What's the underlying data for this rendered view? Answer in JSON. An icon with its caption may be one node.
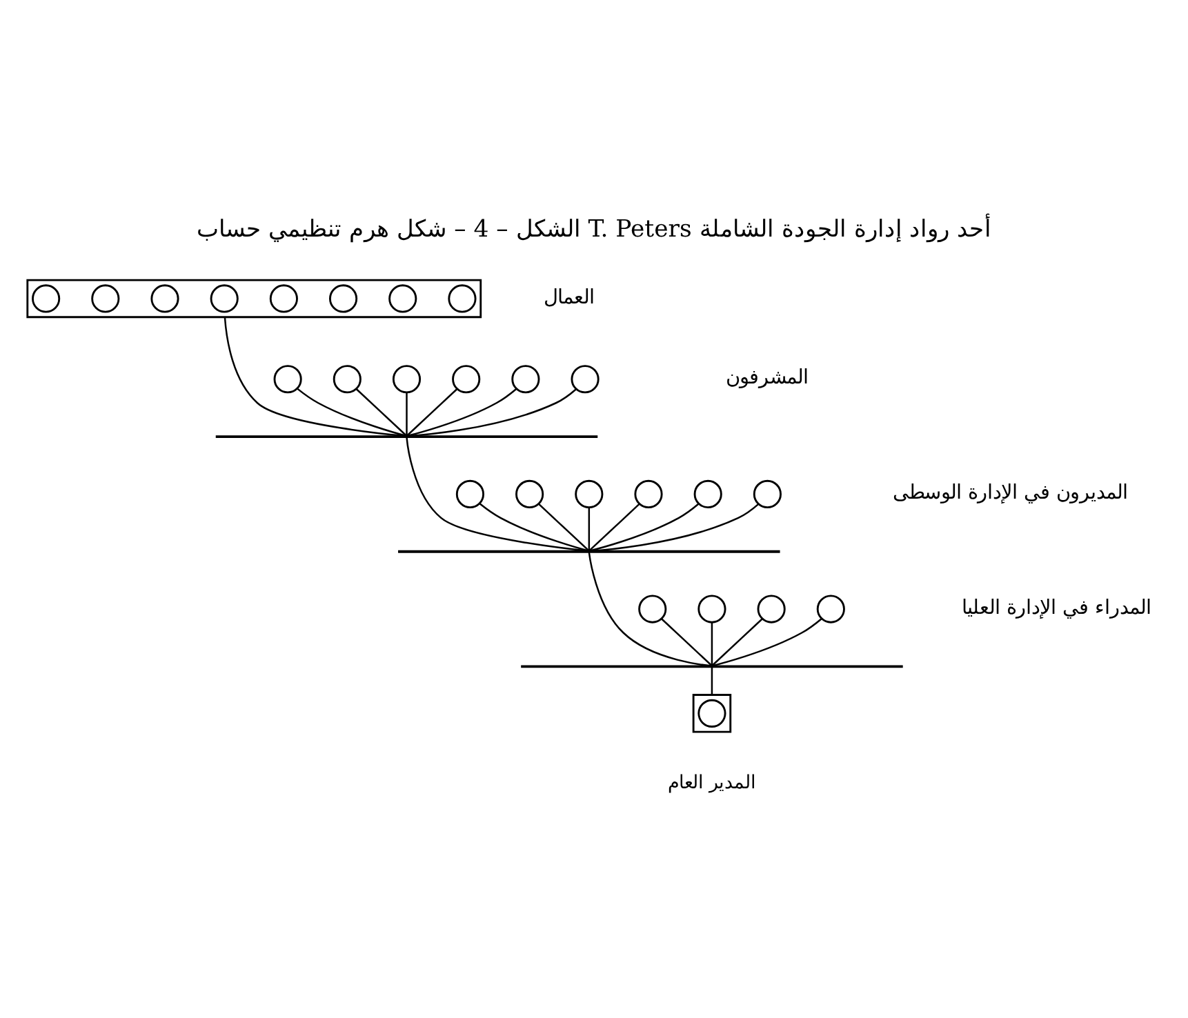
{
  "diagram": {
    "title": "الشكل – 4 – شكل هرم تنظيمي حساب T. Peters أحد رواد إدارة الجودة الشاملة",
    "nodes": [
      {
        "text": [],
        "shape": "bar"
      },
      {
        "text": [],
        "shape": "circle",
        "in": 0
      },
      {
        "text": [],
        "shape": "circle",
        "in": 0
      },
      {
        "text": [],
        "shape": "circle",
        "in": 0
      },
      {
        "text": [],
        "shape": "circle",
        "in": 0
      },
      {
        "text": [],
        "shape": "circle",
        "in": 0
      },
      {
        "text": [],
        "shape": "circle",
        "in": 0
      },
      {
        "text": [],
        "shape": "circle",
        "in": 0
      },
      {
        "text": [],
        "shape": "circle",
        "in": 0
      },
      {
        "text": [],
        "shape": "circle"
      },
      {
        "text": [],
        "shape": "circle"
      },
      {
        "text": [],
        "shape": "circle"
      },
      {
        "text": [],
        "shape": "circle"
      },
      {
        "text": [],
        "shape": "circle"
      },
      {
        "text": [],
        "shape": "circle"
      },
      {
        "text": [],
        "shape": "line"
      },
      {
        "text": [],
        "shape": "circle"
      },
      {
        "text": [],
        "shape": "circle"
      },
      {
        "text": [],
        "shape": "circle"
      },
      {
        "text": [],
        "shape": "circle"
      },
      {
        "text": [],
        "shape": "circle"
      },
      {
        "text": [],
        "shape": "circle"
      },
      {
        "text": [],
        "shape": "line"
      },
      {
        "text": [],
        "shape": "circle"
      },
      {
        "text": [],
        "shape": "circle"
      },
      {
        "text": [],
        "shape": "circle"
      },
      {
        "text": [],
        "shape": "circle"
      },
      {
        "text": [],
        "shape": "line"
      },
      {
        "text": [],
        "shape": "box",
        "beside": [
          "المدير العام"
        ]
      },
      {
        "text": [],
        "shape": "circle",
        "in": 28
      }
    ],
    "edges": [
      {
        "from": 0,
        "to": 15,
        "arrow": "none"
      },
      {
        "from": 9,
        "to": 15,
        "arrow": "none"
      },
      {
        "from": 10,
        "to": 15,
        "arrow": "none"
      },
      {
        "from": 11,
        "to": 15,
        "arrow": "none"
      },
      {
        "from": 12,
        "to": 15,
        "arrow": "none"
      },
      {
        "from": 13,
        "to": 15,
        "arrow": "none"
      },
      {
        "from": 14,
        "to": 15,
        "arrow": "none"
      },
      {
        "from": 15,
        "to": 22,
        "arrow": "none"
      },
      {
        "from": 16,
        "to": 22,
        "arrow": "none"
      },
      {
        "from": 17,
        "to": 22,
        "arrow": "none"
      },
      {
        "from": 18,
        "to": 22,
        "arrow": "none"
      },
      {
        "from": 19,
        "to": 22,
        "arrow": "none"
      },
      {
        "from": 20,
        "to": 22,
        "arrow": "none"
      },
      {
        "from": 21,
        "to": 22,
        "arrow": "none"
      },
      {
        "from": 22,
        "to": 27,
        "arrow": "none"
      },
      {
        "from": 23,
        "to": 27,
        "arrow": "none"
      },
      {
        "from": 24,
        "to": 27,
        "arrow": "none"
      },
      {
        "from": 25,
        "to": 27,
        "arrow": "none"
      },
      {
        "from": 26,
        "to": 27,
        "arrow": "none"
      },
      {
        "from": 27,
        "to": 28,
        "arrow": "none"
      }
    ],
    "labels": [
      "العمال",
      "المشرفون",
      "المديرون في الإدارة الوسطى",
      "المدراء في الإدارة العليا"
    ]
  }
}
